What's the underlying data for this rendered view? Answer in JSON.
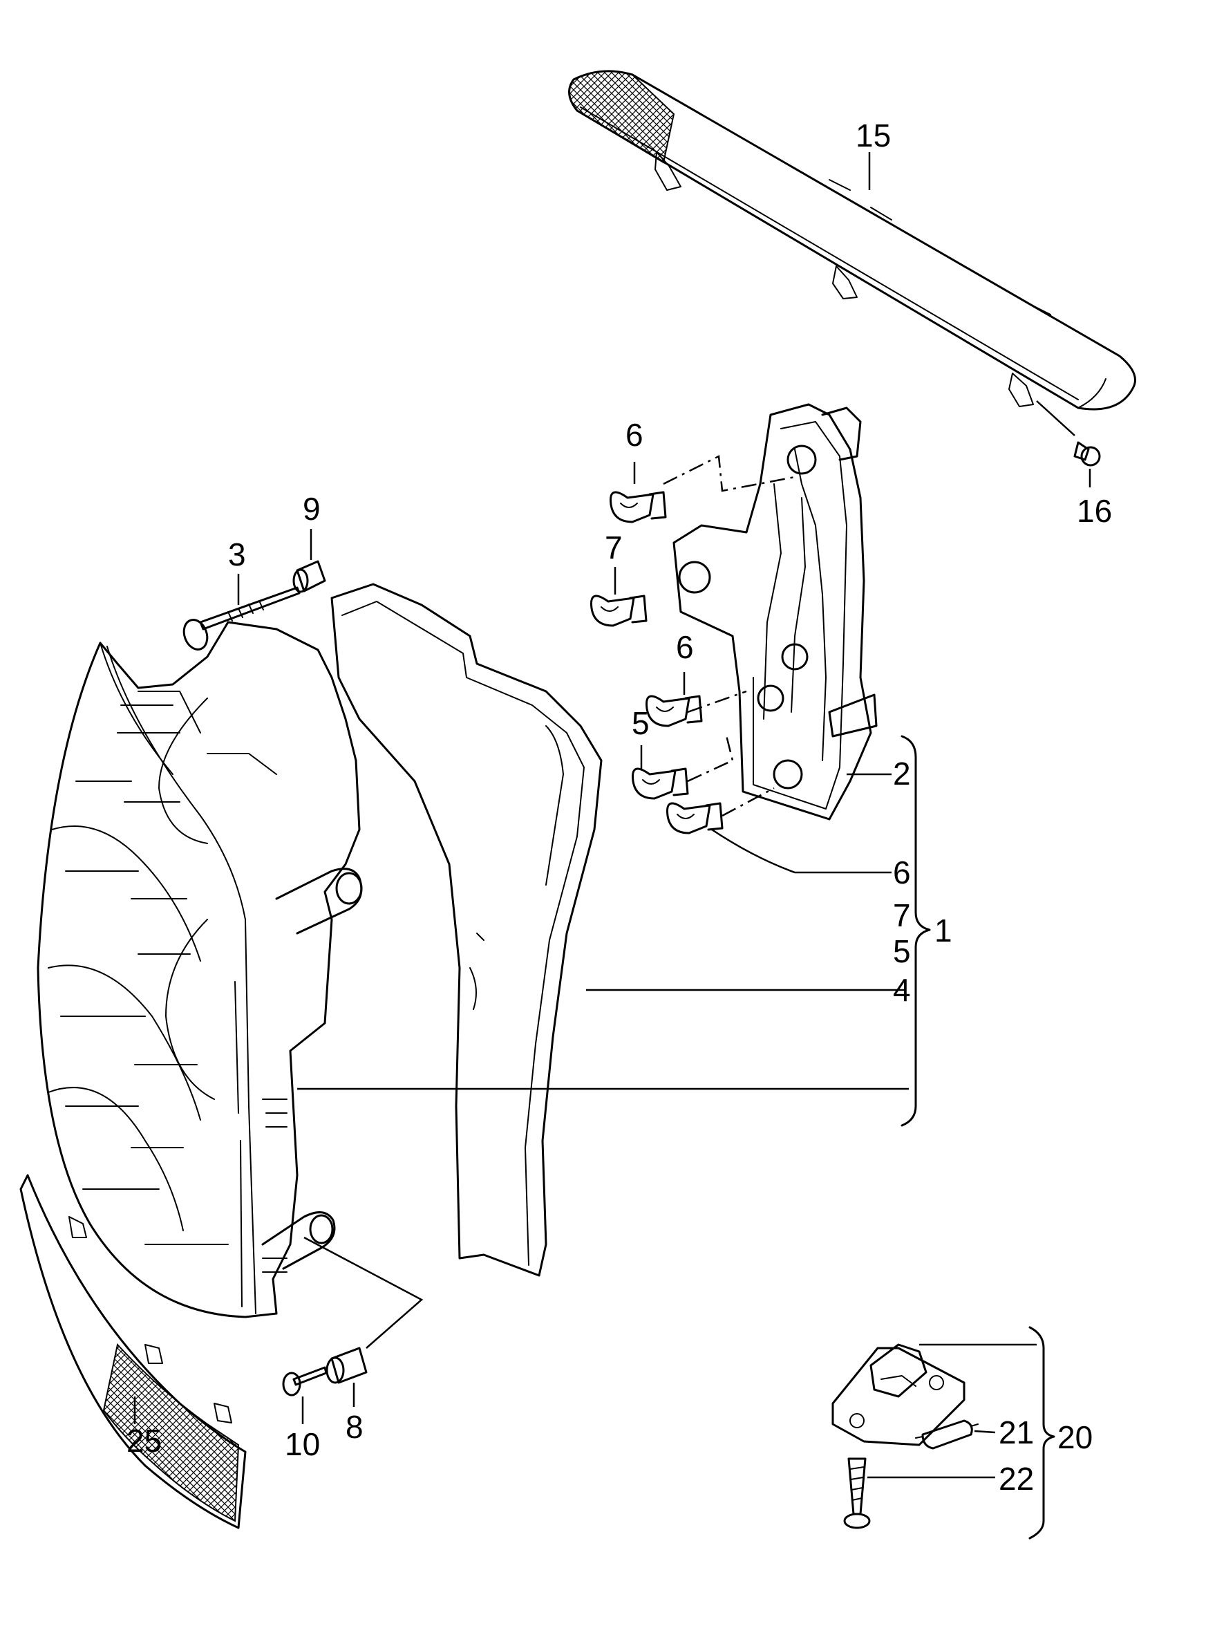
{
  "callouts": {
    "c15": "15",
    "c16": "16",
    "c6a": "6",
    "c7a": "7",
    "c9": "9",
    "c3": "3",
    "c6b": "6",
    "c5a": "5",
    "c2": "2",
    "c6c": "6",
    "c7b": "7",
    "c1": "1",
    "c5b": "5",
    "c4": "4",
    "c8": "8",
    "c10": "10",
    "c25": "25",
    "c21": "21",
    "c20": "20",
    "c22": "22"
  }
}
